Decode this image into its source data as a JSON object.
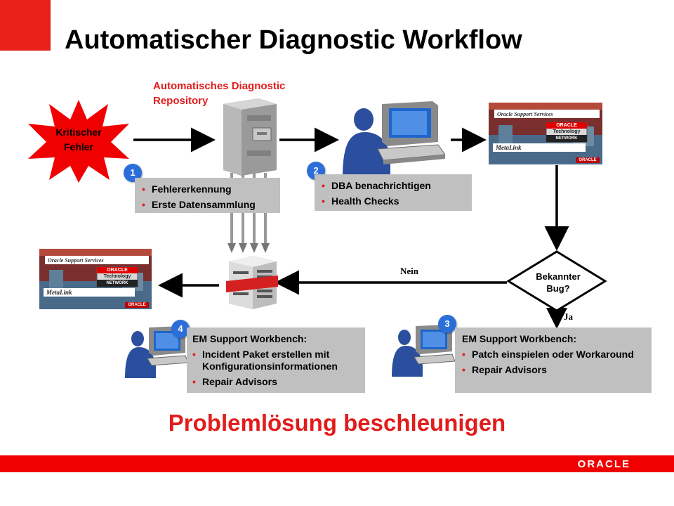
{
  "title": "Automatischer Diagnostic Workflow",
  "repository_label": "Automatisches Diagnostic Repository",
  "starburst": {
    "line1": "Kritischer",
    "line2": "Fehler"
  },
  "steps": [
    {
      "number": "1",
      "items": [
        "Fehlererkennung",
        "Erste Datensammlung"
      ]
    },
    {
      "number": "2",
      "items": [
        "DBA benachrichtigen",
        "Health Checks"
      ]
    },
    {
      "number": "3",
      "heading": "EM Support Workbench:",
      "items": [
        "Patch einspielen oder Workaround",
        "Repair Advisors"
      ]
    },
    {
      "number": "4",
      "heading": "EM Support Workbench:",
      "items": [
        "Incident Paket erstellen mit Konfigurationsinformationen",
        "Repair Advisors"
      ]
    }
  ],
  "decision": {
    "line1": "Bekannter",
    "line2": "Bug?",
    "no_label": "Nein",
    "yes_label": "Ja"
  },
  "metalink": {
    "header": "Oracle Support Services",
    "brand": "ORACLE",
    "line2": "Technology",
    "line3": "NETWORK",
    "product": "MetaLink"
  },
  "tagline": "Problemlösung beschleunigen",
  "footer_logo": "ORACLE",
  "colors": {
    "accent_red": "#e21c1c",
    "badge_blue": "#2b6ed9",
    "box_gray": "#c0c0c0",
    "footer_red": "#f00000"
  }
}
